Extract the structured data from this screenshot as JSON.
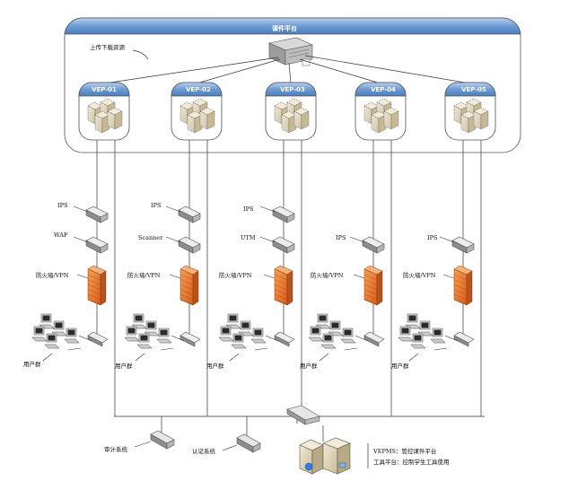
{
  "platform": {
    "title": "课件平台",
    "upload_note": "上传下载资源"
  },
  "veps": [
    {
      "label": "VEP-01"
    },
    {
      "label": "VEP-02"
    },
    {
      "label": "VEP-03"
    },
    {
      "label": "VEP-04"
    },
    {
      "label": "VEP-05"
    }
  ],
  "branches": [
    {
      "device_a": "IPS",
      "device_b": "WAF",
      "firewall": "防火墙/VPN",
      "users": "用户群"
    },
    {
      "device_a": "IPS",
      "device_b": "Scanner",
      "firewall": "防火墙/VPN",
      "users": "用户群"
    },
    {
      "device_a": "IPS",
      "device_b": "UTM",
      "firewall": "防火墙/VPN",
      "users": "用户群"
    },
    {
      "device_a": "IPS",
      "device_b": "",
      "firewall": "防火墙/VPN",
      "users": "用户群"
    },
    {
      "device_a": "IPS",
      "device_b": "",
      "firewall": "防火墙/VPN",
      "users": "用户群"
    }
  ],
  "bottom": {
    "audit": "审计系统",
    "auth": "认证系统",
    "server_note_1": "VEPMS：管控课件平台",
    "server_note_2": "工具平台：控制学生工具使用"
  },
  "colors": {
    "header_blue": "#5b8cc8",
    "header_blue_light": "#a9c4e6",
    "firewall_orange": "#e8762a",
    "line": "#333333"
  }
}
